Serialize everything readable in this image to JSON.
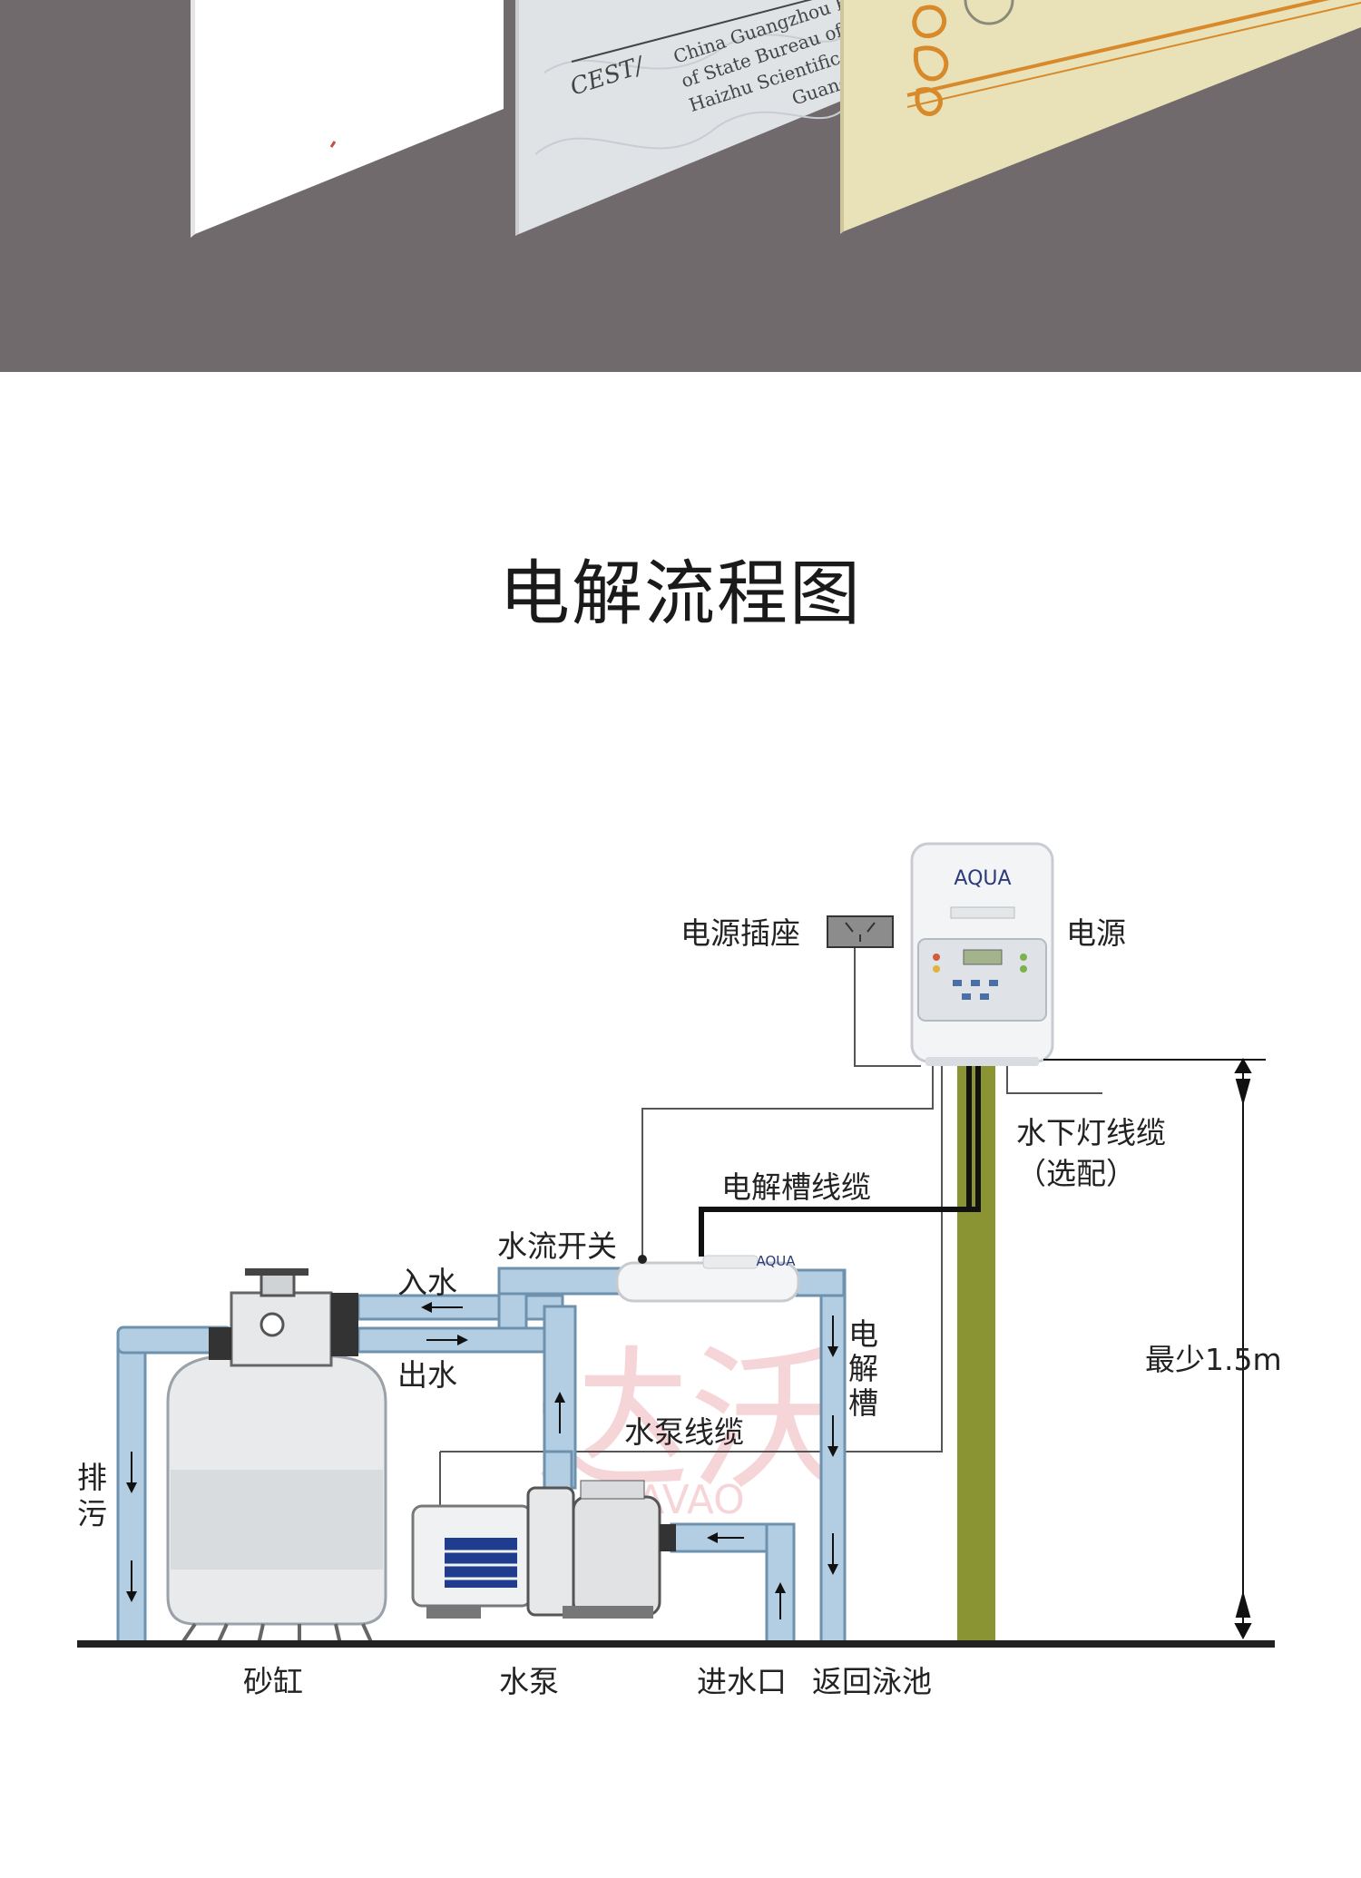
{
  "banner": {
    "certificate": {
      "prefix": "CEST/",
      "lines": [
        "China Guangzhou Elec",
        "of State Bureau of Qu",
        "Haizhu Scientific and",
        "Guangzh"
      ]
    }
  },
  "title": "电解流程图",
  "diagram": {
    "control_unit": {
      "brand": "AQUA"
    },
    "cell_brand": "AQUA",
    "watermark": {
      "chinese": "达沃",
      "latin": "DAVAO"
    },
    "labels": {
      "power_socket": "电源插座",
      "power_supply": "电源",
      "underwater_light_cable": "水下灯线缆",
      "optional": "（选配）",
      "cell_cable": "电解槽线缆",
      "flow_switch": "水流开关",
      "water_in": "入水",
      "water_out": "出水",
      "cell_v1": "电",
      "cell_v2": "解",
      "cell_v3": "槽",
      "min_height": "最少1.5m",
      "pump_cable": "水泵线缆",
      "drain_1": "排",
      "drain_2": "污",
      "sand_tank": "砂缸",
      "pump": "水泵",
      "inlet": "进水口",
      "return_pool": "返回泳池"
    }
  },
  "colors": {
    "banner_bg": "#716a6d",
    "pipe": "#b3cde3",
    "pipe_stroke": "#6e91ad",
    "olive_post": "#8a9432",
    "ground": "#222222"
  }
}
